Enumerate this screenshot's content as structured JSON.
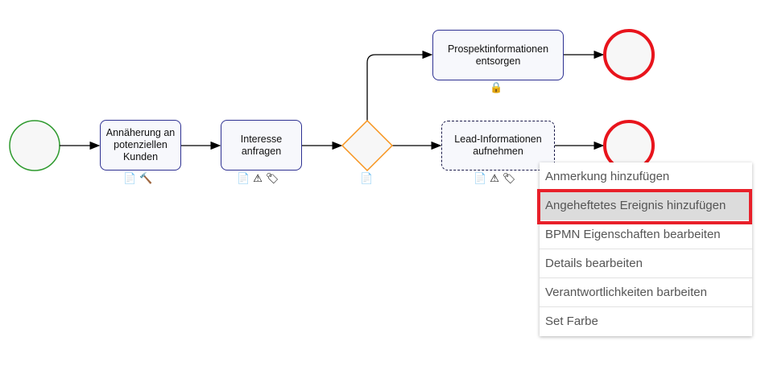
{
  "diagram": {
    "tasks": [
      {
        "id": "t1",
        "label": "Annäherung an potenziellen Kunden",
        "markers": [
          "document-icon",
          "gavel-icon"
        ]
      },
      {
        "id": "t2",
        "label": "Interesse anfragen",
        "markers": [
          "document-icon",
          "warning-icon",
          "tag-icon"
        ]
      },
      {
        "id": "t3",
        "label": "Prospektinformationen entsorgen",
        "markers": [
          "lock-icon"
        ]
      },
      {
        "id": "t4",
        "label": "Lead-Informationen aufnehmen",
        "markers": [
          "document-icon",
          "warning-icon",
          "tag-icon"
        ],
        "selected": true
      }
    ],
    "gateway": {
      "markers": [
        "document-icon"
      ]
    },
    "colors": {
      "start_event": "#2e9a2e",
      "end_event": "#e8141c",
      "gateway": "#f7941d",
      "task_border": "#2e3192"
    }
  },
  "context_menu": {
    "items": [
      {
        "label": "Anmerkung hinzufügen"
      },
      {
        "label": "Angeheftetes Ereignis hinzufügen",
        "highlighted": true
      },
      {
        "label": "BPMN Eigenschaften bearbeiten"
      },
      {
        "label": "Details bearbeiten"
      },
      {
        "label": "Verantwortlichkeiten barbeiten"
      },
      {
        "label": "Set Farbe"
      }
    ]
  }
}
